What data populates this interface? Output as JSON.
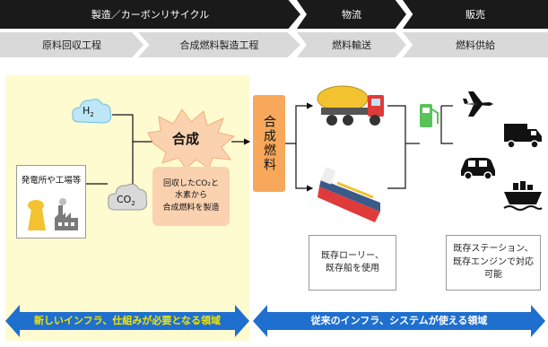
{
  "header": {
    "phase1": "製造／カーボンリサイクル",
    "phase2": "物流",
    "phase3": "販売",
    "process1": "原料回収工程",
    "process2": "合成燃料製造工程",
    "process3": "燃料輸送",
    "process4": "燃料供給"
  },
  "inputs": {
    "h2_main": "H",
    "h2_sub": "2",
    "co2_main": "CO",
    "co2_sub": "2",
    "source_label": "発電所や工場等"
  },
  "synthesis": {
    "title": "合成",
    "description": "回収したCO₂と\n水素から\n合成燃料を製造",
    "product_label": "合成燃料"
  },
  "logistics": {
    "callout": "既存ローリー、\n既存船を使用"
  },
  "retail": {
    "callout": "既存ステーション、\n既存エンジンで対応\n可能"
  },
  "footer": {
    "left_text": "新しいインフラ、仕組みが必要となる領域",
    "right_text": "従来のインフラ、システムが使える領域"
  },
  "colors": {
    "header_dark": "#1a1a1a",
    "header_grey": "#d9d9d9",
    "yellow_zone": "#fffbd0",
    "orange": "#f7a85a",
    "blue_arrow": "#1f6fcf",
    "green_pump": "#59c35a"
  }
}
